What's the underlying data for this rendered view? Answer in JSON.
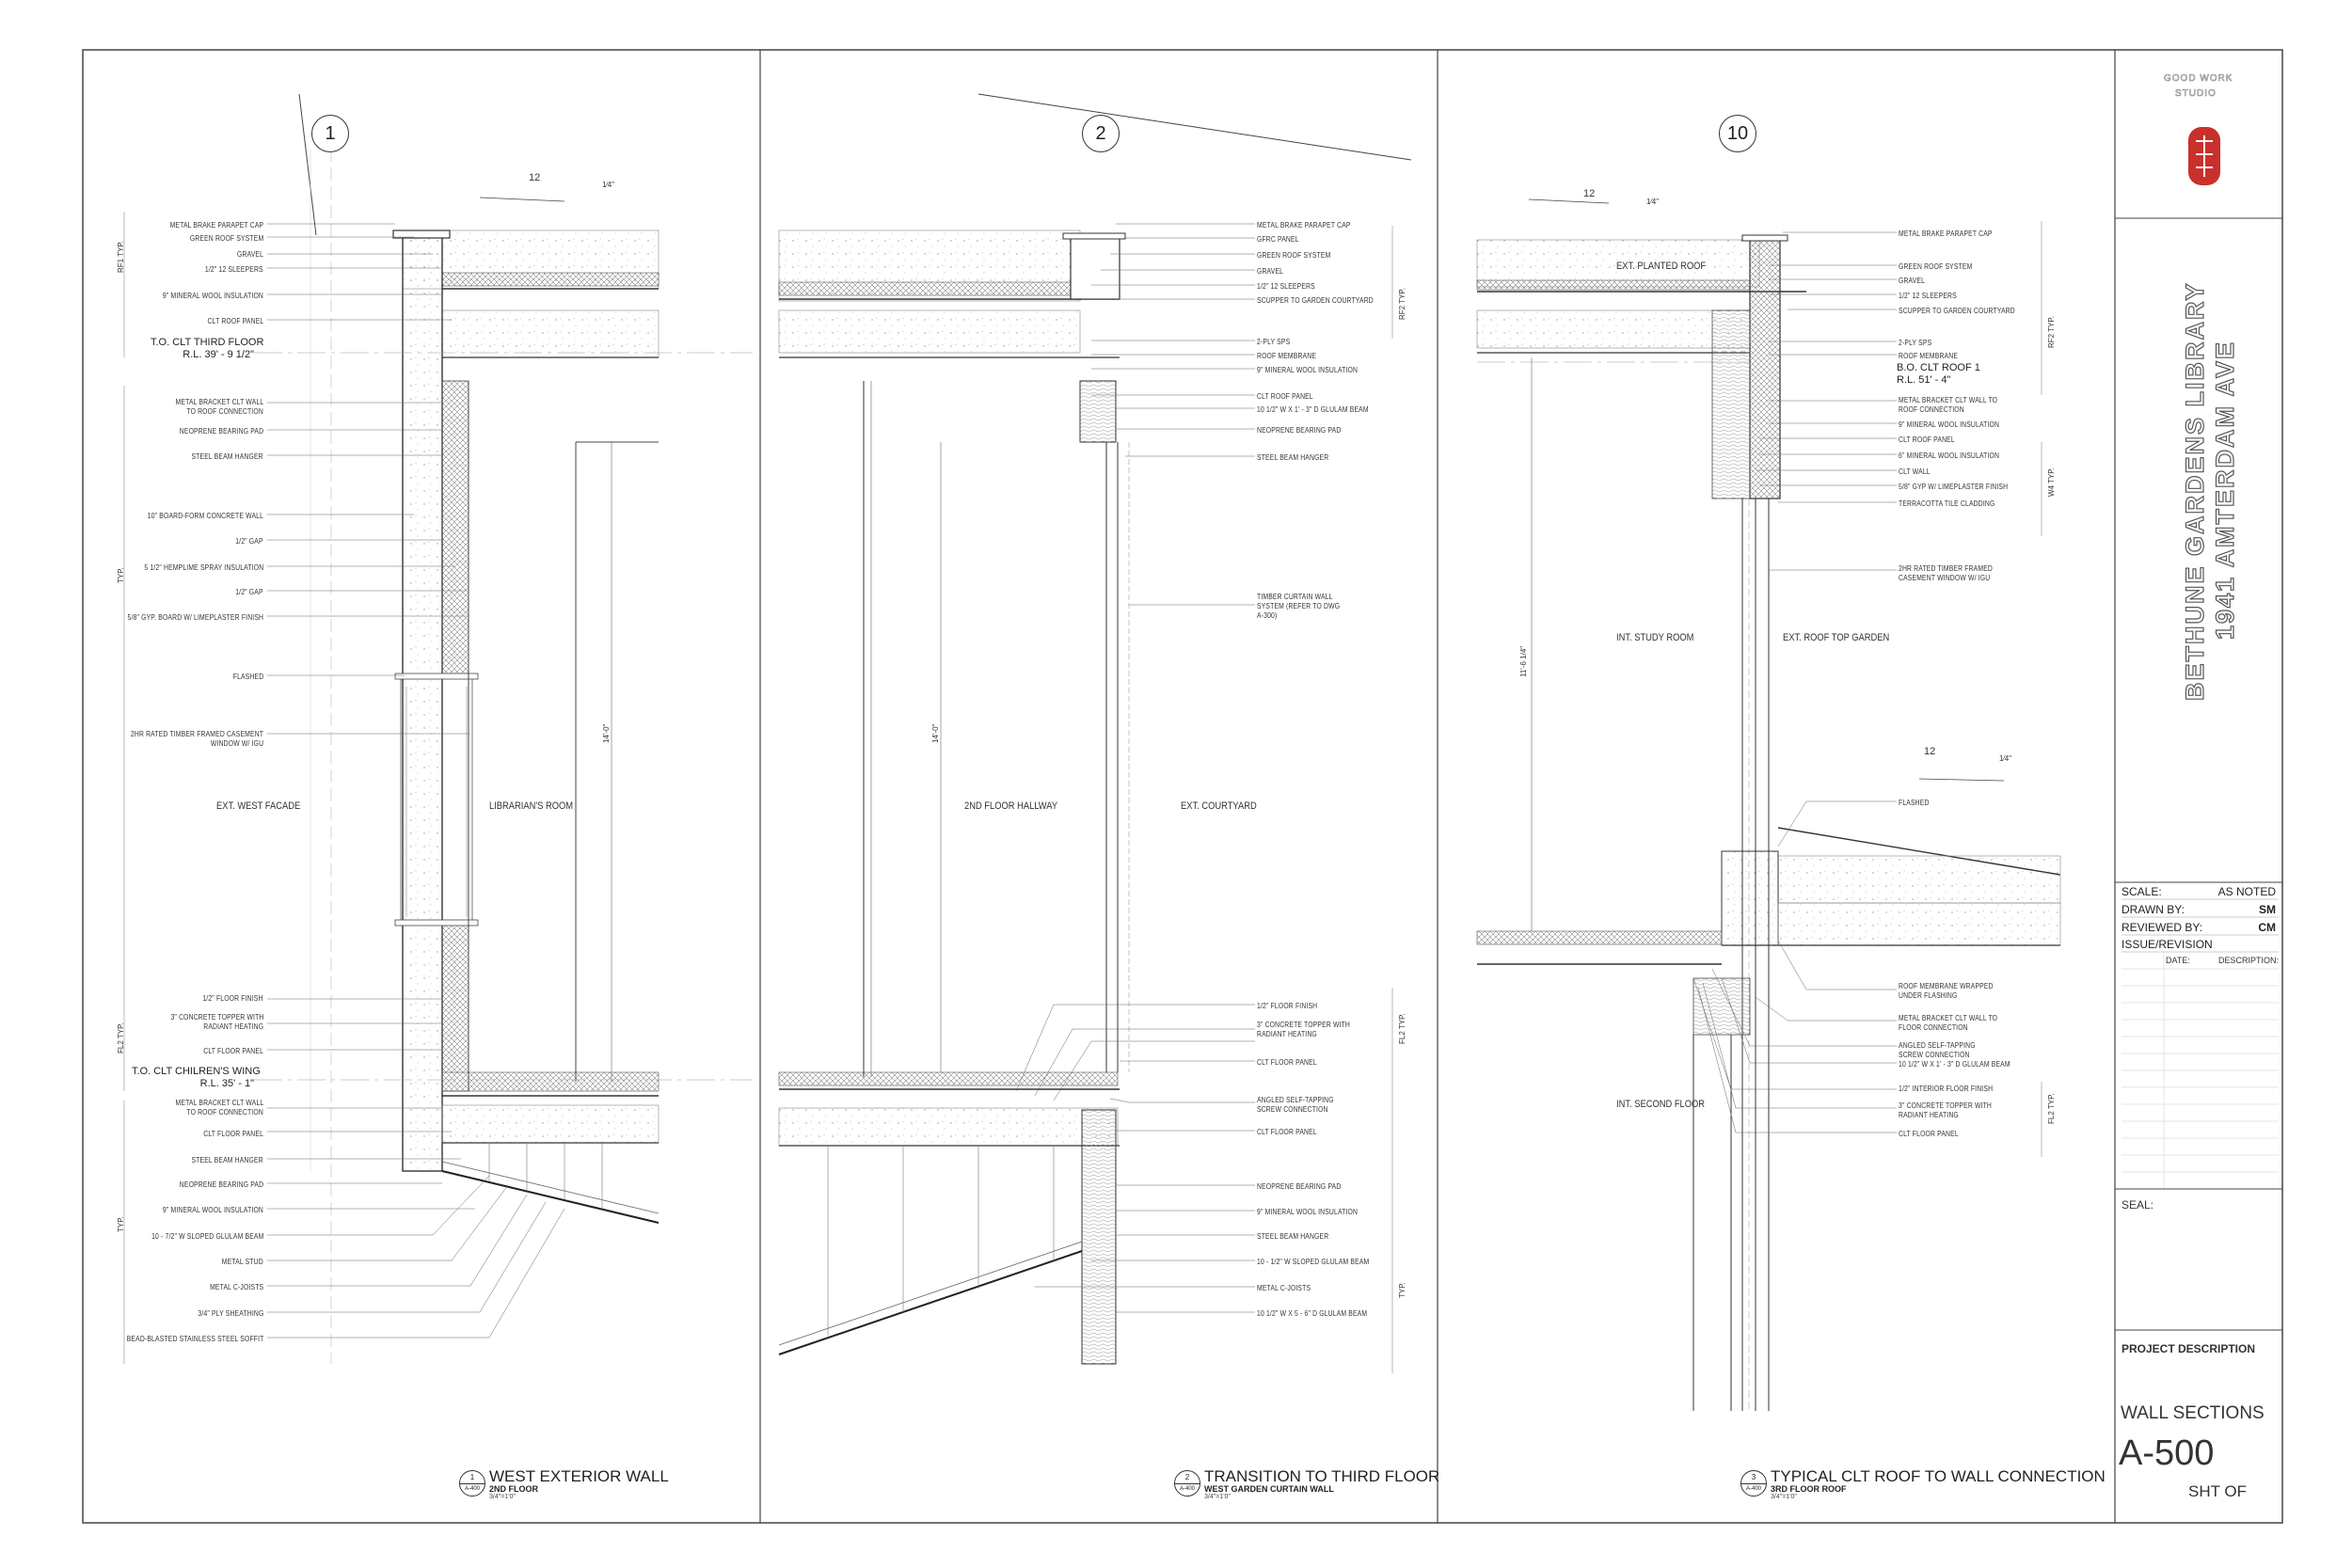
{
  "sheet": {
    "title_line1": "BETHUNE GARDENS LIBRARY",
    "title_line2": "1941 AMTERDAM AVE",
    "logo_text1": "GOOD WORK",
    "logo_text2": "STUDIO",
    "sheet_name": "WALL SECTIONS",
    "sheet_number": "A-500",
    "sheet_of": "SHT   OF",
    "project_description": "PROJECT DESCRIPTION",
    "seal": "SEAL:",
    "scale_label": "SCALE:",
    "scale_value": "AS NOTED",
    "drawn_label": "DRAWN BY:",
    "drawn_value": "SM",
    "reviewed_label": "REVIEWED BY:",
    "reviewed_value": "CM",
    "issue_label": "ISSUE/REVISION",
    "date_label": "DATE:",
    "desc_label": "DESCRIPTION:"
  },
  "sections": [
    {
      "bubble": "1",
      "slope": "12",
      "slope_rise": "1⁄4\"",
      "caption_num": "1",
      "caption_ref": "A-400",
      "caption_title": "WEST EXTERIOR WALL",
      "caption_sub": "2ND FLOOR",
      "caption_scale": "3/4\"=1'0\"",
      "dim_height": "14'-0\"",
      "dim_rf": "RF1 TYP.",
      "dim_typ1": "TYP.",
      "dim_fl2": "FL2 TYP.",
      "dim_typ2": "TYP.",
      "level1_a": "T.O. CLT THIRD FLOOR",
      "level1_b": "R.L. 39' - 9 1/2\"",
      "level2_a": "T.O. CLT CHILREN'S WING",
      "level2_b": "R.L. 35' - 1\"",
      "room_left": "EXT. WEST FACADE",
      "room_right": "LIBRARIAN'S ROOM",
      "notes": [
        "METAL BRAKE PARAPET CAP",
        "GREEN ROOF SYSTEM",
        "GRAVEL",
        "1/2\" 12 SLEEPERS",
        "9\" MINERAL WOOL INSULATION",
        "CLT ROOF PANEL",
        "METAL BRACKET CLT WALL",
        "TO ROOF CONNECTION",
        "NEOPRENE BEARING PAD",
        "STEEL BEAM HANGER",
        "10\" BOARD-FORM CONCRETE WALL",
        "1/2\" GAP",
        "5 1/2\" HEMPLIME SPRAY INSULATION",
        "1/2\" GAP",
        "5/8\" GYP. BOARD W/ LIMEPLASTER FINISH",
        "FLASHED",
        "2HR RATED TIMBER FRAMED CASEMENT",
        "WINDOW W/ IGU",
        "1/2\" FLOOR FINISH",
        "3\" CONCRETE TOPPER WITH",
        "RADIANT HEATING",
        "CLT FLOOR PANEL",
        "METAL BRACKET CLT WALL",
        "TO ROOF CONNECTION",
        "CLT FLOOR PANEL",
        "STEEL BEAM HANGER",
        "NEOPRENE BEARING PAD",
        "9\" MINERAL WOOL INSULATION",
        "10 - 7/2\" W SLOPED GLULAM BEAM",
        "METAL STUD",
        "METAL C-JOISTS",
        "3/4\" PLY SHEATHING",
        "BEAD-BLASTED STAINLESS STEEL SOFFIT"
      ]
    },
    {
      "bubble": "2",
      "caption_num": "2",
      "caption_ref": "A-400",
      "caption_title": "TRANSITION TO THIRD FLOOR",
      "caption_sub": "WEST GARDEN CURTAIN WALL",
      "caption_scale": "3/4\"=1'0\"",
      "dim_height": "14'-0\"",
      "dim_rf": "RF2 TYP.",
      "dim_fl2": "FL2 TYP.",
      "dim_typ": "TYP.",
      "room_left": "2ND FLOOR HALLWAY",
      "room_right": "EXT. COURTYARD",
      "notes": [
        "METAL BRAKE PARAPET CAP",
        "GFRC PANEL",
        "GREEN ROOF SYSTEM",
        "GRAVEL",
        "1/2\" 12 SLEEPERS",
        "SCUPPER TO GARDEN COURTYARD",
        "2-PLY SPS",
        "ROOF MEMBRANE",
        "9\" MINERAL WOOL INSULATION",
        "CLT ROOF PANEL",
        "10 1/2\" W X 1' - 3\" D GLULAM BEAM",
        "NEOPRENE BEARING PAD",
        "STEEL BEAM HANGER",
        "TIMBER CURTAIN WALL",
        "SYSTEM (REFER TO DWG",
        "A-300)",
        "1/2\" FLOOR FINISH",
        "3\" CONCRETE TOPPER WITH",
        "RADIANT HEATING",
        "CLT FLOOR PANEL",
        "ANGLED SELF-TAPPING",
        "SCREW CONNECTION",
        "CLT FLOOR PANEL",
        "NEOPRENE BEARING PAD",
        "9\" MINERAL WOOL INSULATION",
        "STEEL BEAM HANGER",
        "10 - 1/2\" W SLOPED GLULAM BEAM",
        "METAL C-JOISTS",
        "10 1/2\" W X 5 - 6\" D GLULAM BEAM"
      ]
    },
    {
      "bubble": "10",
      "slope_a": "12",
      "slope_a_rise": "1⁄4\"",
      "slope_b": "12",
      "slope_b_rise": "1⁄4\"",
      "caption_num": "3",
      "caption_ref": "A-400",
      "caption_title": "TYPICAL CLT ROOF TO WALL CONNECTION",
      "caption_sub": "3RD FLOOR ROOF",
      "caption_scale": "3/4\"=1'0\"",
      "dim_height": "11'-6 1/4\"",
      "dim_rf": "RF2 TYP.",
      "dim_w": "W4 TYP.",
      "dim_fl": "FL2 TYP.",
      "level_a": "B.O. CLT ROOF 1",
      "level_b": "R.L. 51' - 4\"",
      "room_planted": "EXT. PLANTED ROOF",
      "room_study": "INT. STUDY ROOM",
      "room_garden": "EXT. ROOF TOP GARDEN",
      "room_second": "INT. SECOND FLOOR",
      "notes": [
        "METAL BRAKE PARAPET CAP",
        "GREEN ROOF SYSTEM",
        "GRAVEL",
        "1/2\" 12 SLEEPERS",
        "SCUPPER TO GARDEN COURTYARD",
        "2-PLY SPS",
        "ROOF MEMBRANE",
        "METAL BRACKET CLT WALL TO",
        "ROOF CONNECTION",
        "9\" MINERAL WOOL INSULATION",
        "CLT ROOF PANEL",
        "6\" MINERAL WOOL INSULATION",
        "CLT WALL",
        "5/8\" GYP W/ LIMEPLASTER FINISH",
        "TERRACOTTA TILE CLADDING",
        "2HR RATED TIMBER FRAMED",
        "CASEMENT WINDOW W/ IGU",
        "FLASHED",
        "ROOF MEMBRANE WRAPPED",
        "UNDER FLASHING",
        "METAL BRACKET CLT WALL TO",
        "FLOOR CONNECTION",
        "ANGLED SELF-TAPPING",
        "SCREW CONNECTION",
        "10 1/2\" W X 1' - 3\" D GLULAM BEAM",
        "1/2\" INTERIOR FLOOR FINISH",
        "3\" CONCRETE TOPPER WITH",
        "RADIANT HEATING",
        "CLT FLOOR PANEL"
      ]
    }
  ]
}
